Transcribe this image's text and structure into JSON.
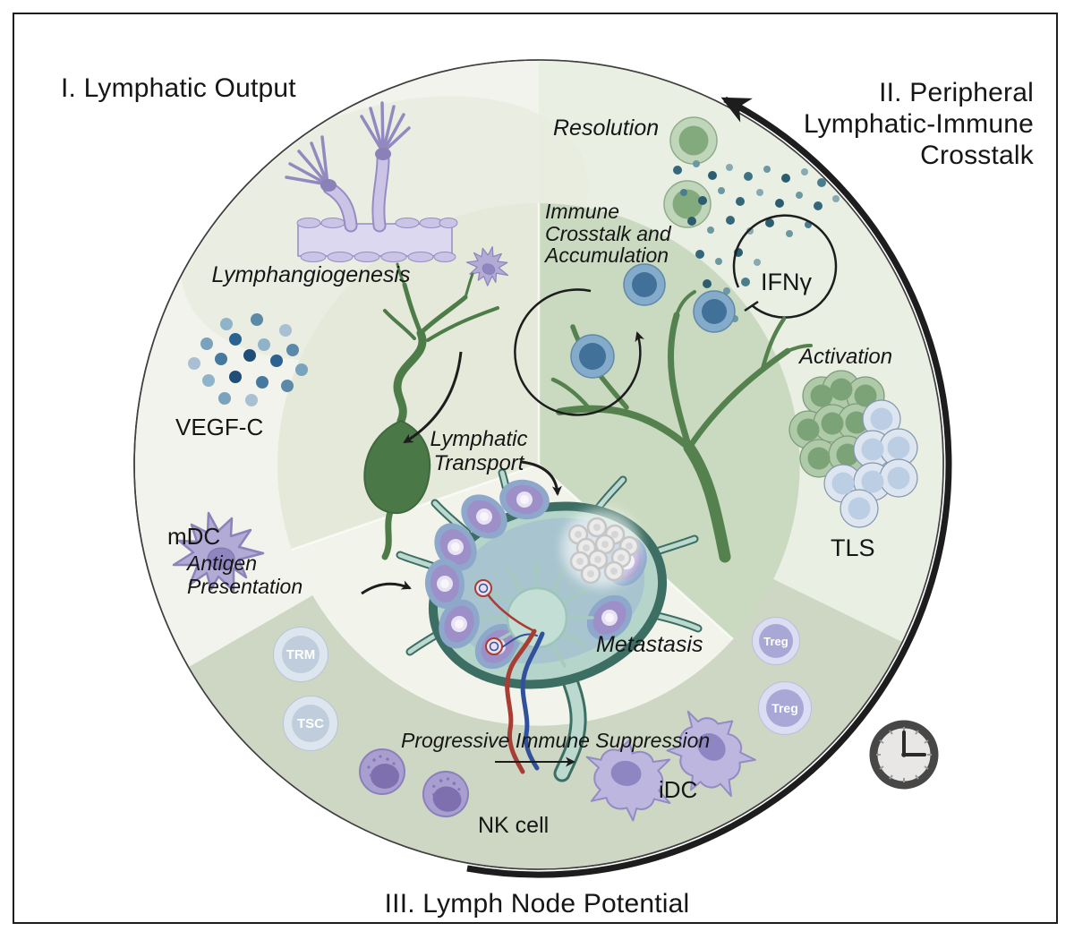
{
  "headers": {
    "section1": "I. Lymphatic Output",
    "section2_lines": [
      "II. Peripheral",
      "Lymphatic-Immune",
      "Crosstalk"
    ],
    "section3": "III. Lymph Node Potential"
  },
  "wedge_output": {
    "lymphangiogenesis": "Lymphangiogenesis",
    "vegfc": "VEGF-C",
    "mdc": "mDC",
    "antigen_lines": [
      "Antigen",
      "Presentation"
    ]
  },
  "center": {
    "transport_lines": [
      "Lymphatic",
      "Transport"
    ],
    "metastasis": "Metastasis"
  },
  "wedge_crosstalk": {
    "resolution": "Resolution",
    "crosstalk_lines": [
      "Immune",
      "Crosstalk and",
      "Accumulation"
    ],
    "ifng": "IFNγ",
    "activation": "Activation",
    "tls": "TLS"
  },
  "wedge_node": {
    "progressive": "Progressive Immune Suppression",
    "nk_cell": "NK cell",
    "idc": "iDC",
    "badges": {
      "trm": "TRM",
      "tsc": "TSC",
      "treg_upper": "Treg",
      "treg_lower": "Treg"
    }
  },
  "icons": {
    "clock": "clock-icon",
    "clock_time": "3:00",
    "progression_arrow": "counterclockwise-progression-arrow-icon",
    "cycle_arrow": "circular-arrow-icon",
    "ifng_loop": "feedback-loop-icon"
  },
  "palette": {
    "outer_sector_I": "#f1f3ec",
    "outer_sector_II": "#e9efe2",
    "outer_sector_III": "#cdd7c4",
    "inner_wedge_I": "#e4e9d9",
    "inner_wedge_II": "#cadac1",
    "inner_wedge_III": "#f2f4ec",
    "vessel_green": "#4e7c49",
    "lymphatic_purple": "#b2abd6",
    "node_teal": "#3c6e63",
    "cell_blue": "#417099",
    "cell_green": "#83aa7d",
    "arrow_black": "#1d1d1d"
  }
}
